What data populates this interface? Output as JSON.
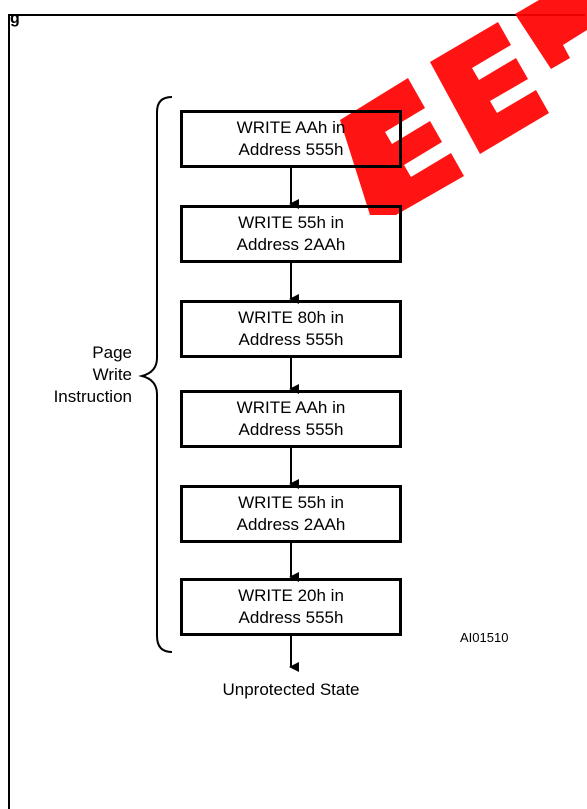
{
  "figure": {
    "title": "g",
    "code": "AI01510"
  },
  "watermark": {
    "text": "EEPV",
    "color": "#ff0000"
  },
  "bracket": {
    "label_lines": [
      "Page",
      "Write",
      "Instruction"
    ]
  },
  "steps": [
    {
      "line1": "WRITE AAh in",
      "line2": "Address 555h"
    },
    {
      "line1": "WRITE 55h in",
      "line2": "Address 2AAh"
    },
    {
      "line1": "WRITE 80h in",
      "line2": "Address 555h"
    },
    {
      "line1": "WRITE AAh in",
      "line2": "Address 555h"
    },
    {
      "line1": "WRITE 55h in",
      "line2": "Address 2AAh"
    },
    {
      "line1": "WRITE 20h in",
      "line2": "Address 555h"
    }
  ],
  "end_state": "Unprotected State"
}
